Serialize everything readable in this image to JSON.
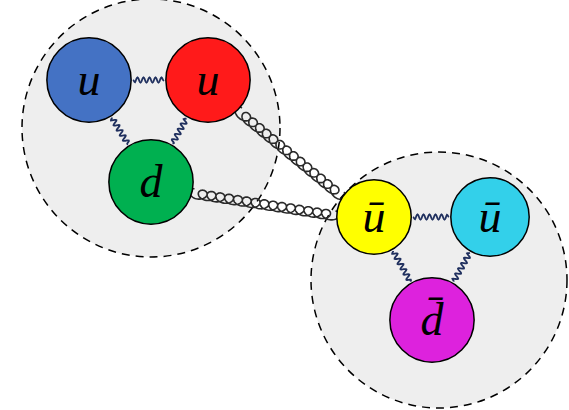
{
  "diagram": {
    "nodes": [
      {
        "text": [
          "u"
        ]
      },
      {
        "text": [
          "u"
        ]
      },
      {
        "text": [
          "d"
        ]
      },
      {
        "text": [
          "ū"
        ]
      },
      {
        "text": [
          "ū"
        ]
      },
      {
        "text": [
          "d̄"
        ]
      }
    ],
    "edges": [
      {
        "from": 0,
        "to": 1,
        "arrow": "none"
      },
      {
        "from": 0,
        "to": 2,
        "arrow": "none"
      },
      {
        "from": 1,
        "to": 2,
        "arrow": "none"
      },
      {
        "from": 1,
        "to": 3,
        "arrow": "none"
      },
      {
        "from": 2,
        "to": 3,
        "arrow": "none"
      },
      {
        "from": 3,
        "to": 4,
        "arrow": "none"
      },
      {
        "from": 3,
        "to": 5,
        "arrow": "none"
      },
      {
        "from": 4,
        "to": 5,
        "arrow": "none"
      }
    ]
  }
}
